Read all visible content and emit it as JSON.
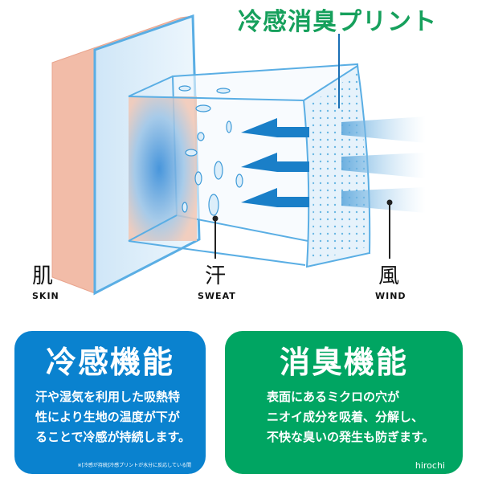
{
  "title": "冷感消臭プリント",
  "labels": {
    "skin": {
      "jp": "肌",
      "en": "SKIN"
    },
    "sweat": {
      "jp": "汗",
      "en": "SWEAT"
    },
    "wind": {
      "jp": "風",
      "en": "WIND"
    }
  },
  "cards": [
    {
      "title": "冷感機能",
      "lines": [
        "汗や湿気を利用した吸熱特",
        "性により生地の温度が下が",
        "ることで冷感が持続します。"
      ],
      "note": "※[冷感が持続]冷感プリントが水分に反応している間"
    },
    {
      "title": "消臭機能",
      "lines": [
        "表面にあるミクロの穴が",
        "ニオイ成分を吸着、分解し、",
        "不快な臭いの発生も防ぎます。"
      ]
    }
  ],
  "watermark": "hirochi",
  "colors": {
    "title": "#16a05c",
    "blue": "#0a82cf",
    "green": "#00a562",
    "skin": "#f2bca8",
    "arrow": "#1a7fc8"
  }
}
